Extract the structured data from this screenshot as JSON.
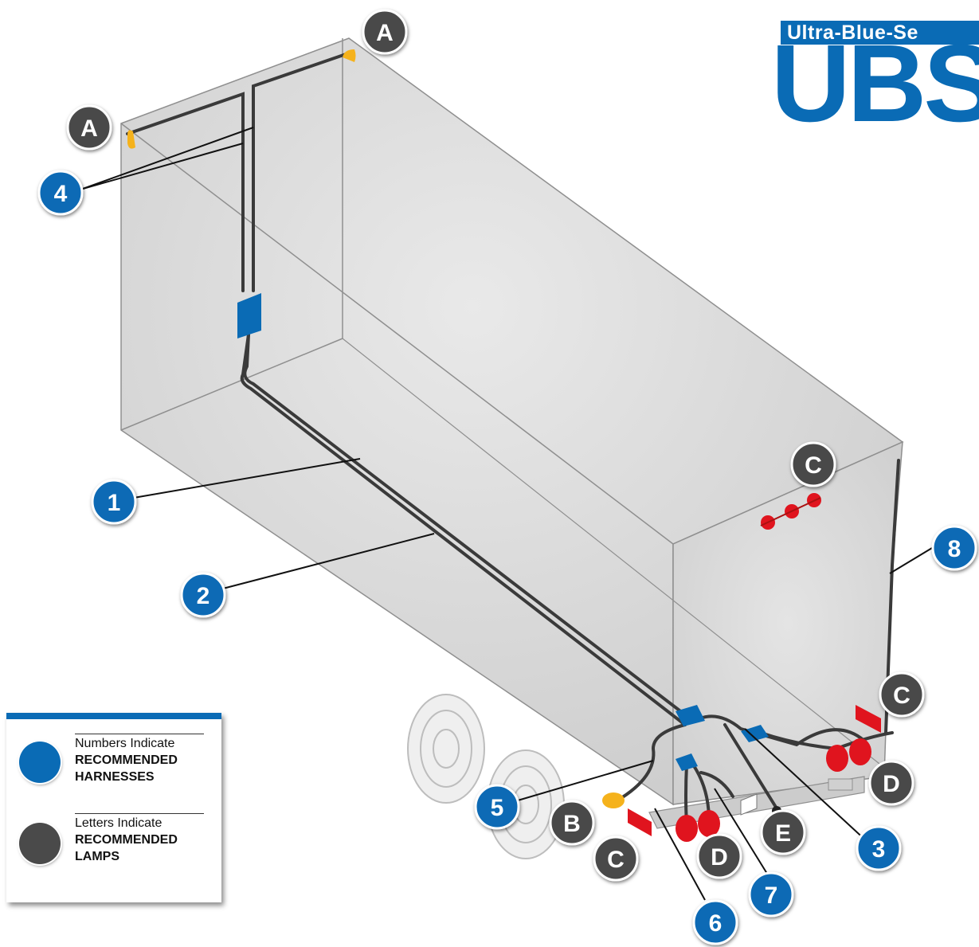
{
  "logo": {
    "tagline": "Ultra-Blue-Se",
    "wordmark": "UBS",
    "color": "#0a6bb5"
  },
  "legend": {
    "numbers_line1": "Numbers Indicate",
    "numbers_line2": "RECOMMENDED",
    "numbers_line3": "HARNESSES",
    "letters_line1": "Letters Indicate",
    "letters_line2": "RECOMMENDED",
    "letters_line3": "LAMPS"
  },
  "harness_callouts": [
    "1",
    "2",
    "3",
    "4",
    "5",
    "6",
    "7",
    "8"
  ],
  "lamp_callouts": [
    "A",
    "A",
    "B",
    "C",
    "C",
    "C",
    "D",
    "D",
    "E"
  ],
  "colors": {
    "harness_blue": "#0a6bb5",
    "lamp_gray": "#4a4a4a",
    "lamp_red": "#e0141e",
    "lamp_amber": "#f5b21c",
    "box_gray": "#d6d6d6"
  }
}
